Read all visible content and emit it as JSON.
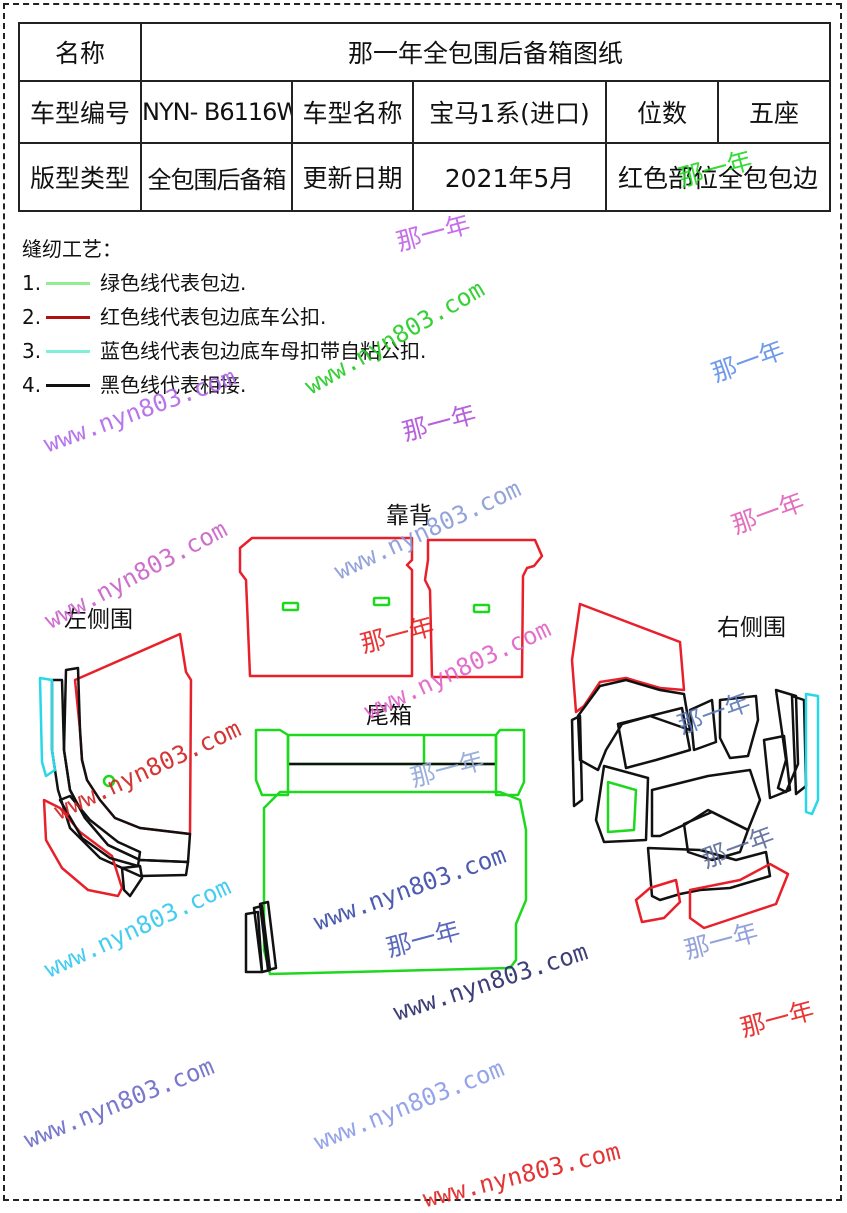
{
  "header": {
    "name_label": "名称",
    "name_value": "那一年全包围后备箱图纸",
    "model_code_label": "车型编号",
    "model_code_value": "NYN- B6116W",
    "model_name_label": "车型名称",
    "model_name_value": "宝马1系(进口)",
    "seats_label": "位数",
    "seats_value": "五座",
    "pattern_type_label": "版型类型",
    "pattern_type_value": "全包围后备箱",
    "update_date_label": "更新日期",
    "update_date_value": "2021年5月",
    "note": "红色部位全包包边"
  },
  "legend": {
    "title": "缝纫工艺：",
    "items": [
      {
        "num": "1.",
        "color": "#90ee90",
        "text": "绿色线代表包边."
      },
      {
        "num": "2.",
        "color": "#b01010",
        "text": "红色线代表包边底车公扣."
      },
      {
        "num": "3.",
        "color": "#80eed8",
        "text": "蓝色线代表包边底车母扣带自粘公扣."
      },
      {
        "num": "4.",
        "color": "#111111",
        "text": "黑色线代表相接."
      }
    ]
  },
  "parts": {
    "backrest": "靠背",
    "left_side": "左侧围",
    "right_side": "右侧围",
    "trunk": "尾箱"
  },
  "line_colors": {
    "red": "#e8202a",
    "green": "#1ed81e",
    "cyan": "#28d8e8",
    "black": "#111111"
  },
  "watermark": {
    "url": "www.nyn803.com",
    "brand": "那一年"
  }
}
